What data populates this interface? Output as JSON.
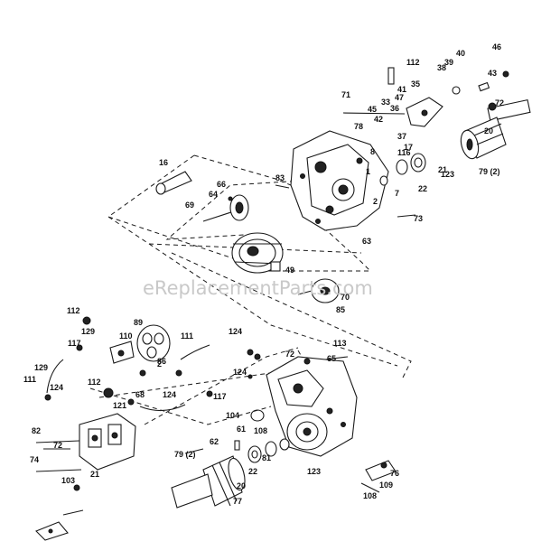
{
  "watermark": "eReplacementParts.com",
  "labels": [
    "112",
    "40",
    "46",
    "38",
    "39",
    "43",
    "71",
    "35",
    "41",
    "47",
    "33",
    "72",
    "45",
    "36",
    "42",
    "78",
    "37",
    "16",
    "20",
    "83",
    "17",
    "116",
    "8",
    "21",
    "79 (2)",
    "123",
    "66",
    "22",
    "64",
    "1",
    "7",
    "69",
    "2",
    "73",
    "63",
    "49",
    "70",
    "85",
    "112",
    "89",
    "129",
    "110",
    "111",
    "124",
    "117",
    "86",
    "65",
    "72",
    "113",
    "124",
    "112",
    "111",
    "124",
    "129",
    "124",
    "117",
    "68",
    "2",
    "104",
    "108",
    "61",
    "62",
    "121",
    "82",
    "72",
    "74",
    "21",
    "79 (2)",
    "22",
    "123",
    "81",
    "20",
    "103",
    "77",
    "76",
    "109",
    "108"
  ]
}
